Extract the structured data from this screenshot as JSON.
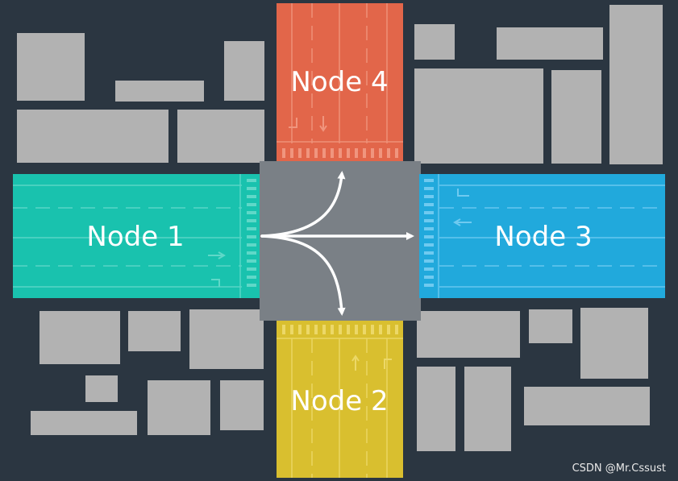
{
  "diagram": {
    "nodes": [
      {
        "id": "node1",
        "label": "Node 1",
        "color": "#19c2ae"
      },
      {
        "id": "node2",
        "label": "Node 2",
        "color": "#d9bf2f"
      },
      {
        "id": "node3",
        "label": "Node 3",
        "color": "#21a9dc"
      },
      {
        "id": "node4",
        "label": "Node 4",
        "color": "#e2664a"
      }
    ],
    "edges": [
      {
        "from": "node1",
        "to": "node4"
      },
      {
        "from": "node1",
        "to": "node3"
      },
      {
        "from": "node1",
        "to": "node2"
      }
    ],
    "colors": {
      "background": "#2b3641",
      "building": "#b2b2b2",
      "intersection": "#7a8086",
      "arrow": "#ffffff"
    }
  },
  "watermark": "CSDN @Mr.Cssust"
}
